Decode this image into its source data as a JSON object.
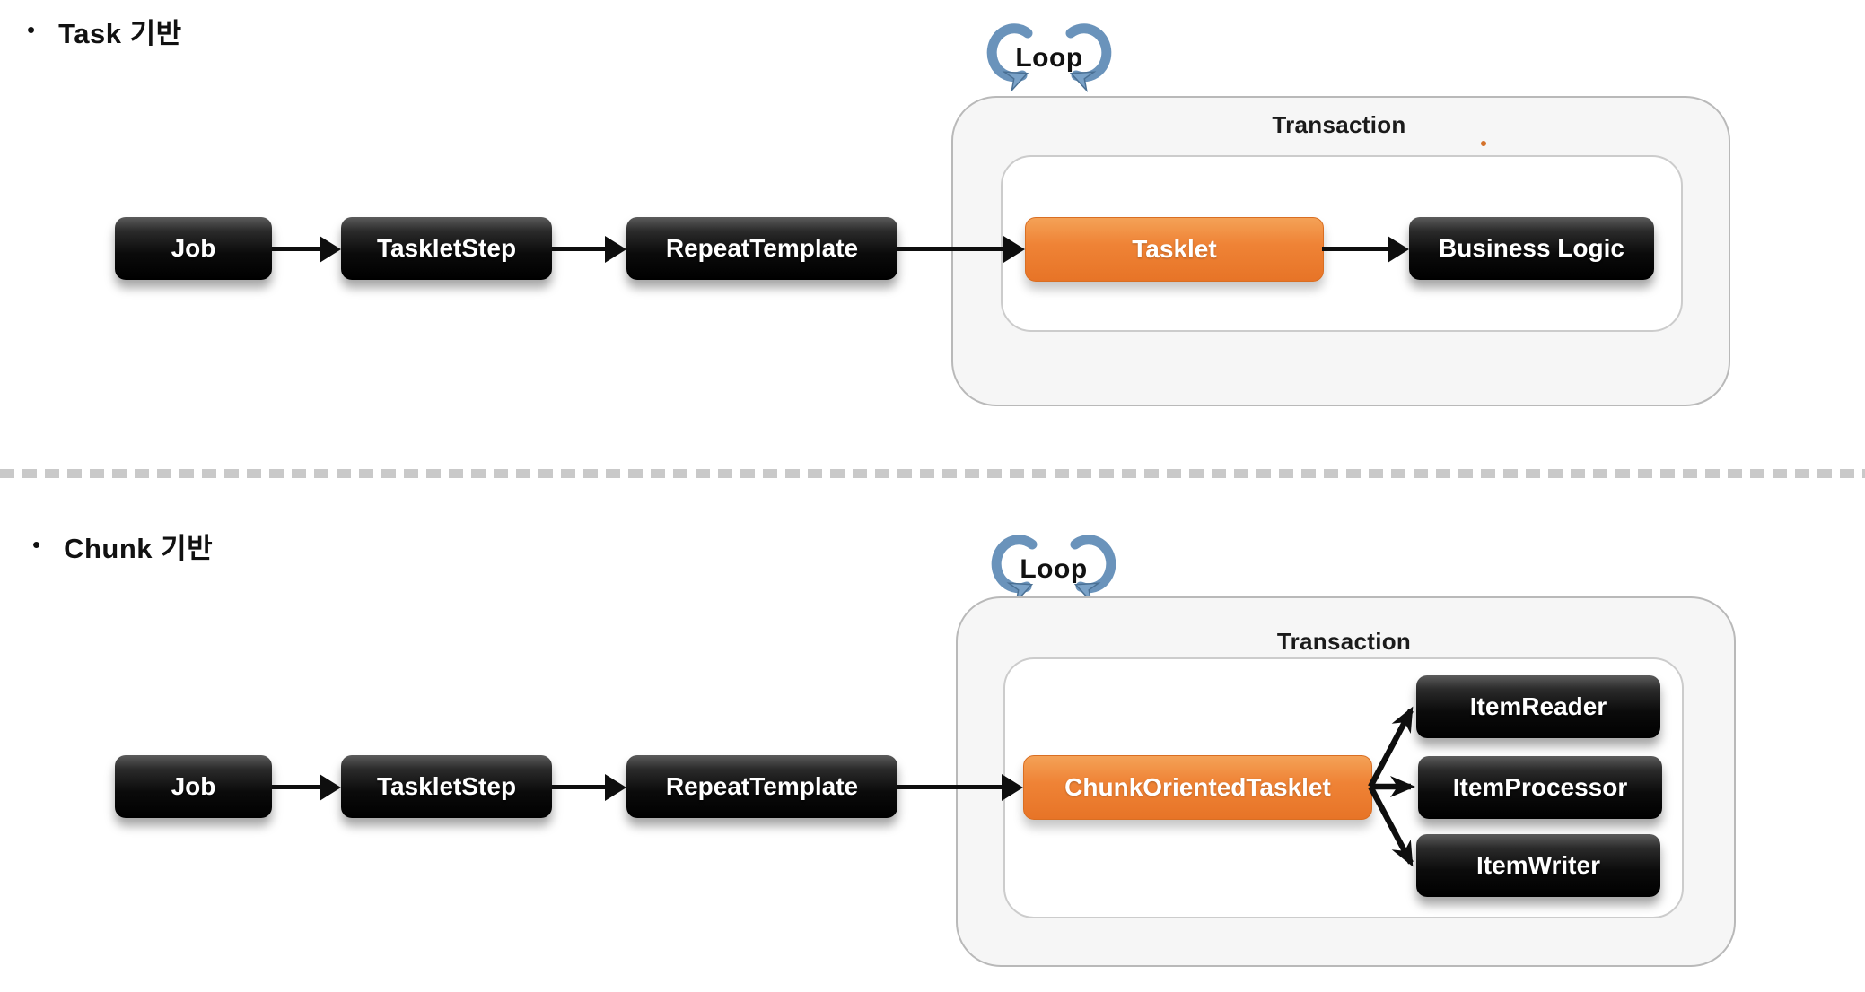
{
  "colors": {
    "accent_orange": "#ED7D31",
    "loop_blue": "#6E97BE",
    "node_black": "#0d0d0d",
    "container_gray": "#f6f6f6",
    "divider_gray": "#c9c9c9"
  },
  "sections": {
    "task": {
      "bullet": "•",
      "title": "Task 기반",
      "loop_label": "Loop",
      "transaction_label": "Transaction",
      "nodes": {
        "job": "Job",
        "tasklet_step": "TaskletStep",
        "repeat_template": "RepeatTemplate",
        "tasklet": "Tasklet",
        "business_logic": "Business Logic"
      }
    },
    "chunk": {
      "bullet": "•",
      "title": "Chunk 기반",
      "loop_label": "Loop",
      "transaction_label": "Transaction",
      "nodes": {
        "job": "Job",
        "tasklet_step": "TaskletStep",
        "repeat_template": "RepeatTemplate",
        "tasklet": "ChunkOrientedTasklet",
        "item_reader": "ItemReader",
        "item_processor": "ItemProcessor",
        "item_writer": "ItemWriter"
      }
    }
  }
}
